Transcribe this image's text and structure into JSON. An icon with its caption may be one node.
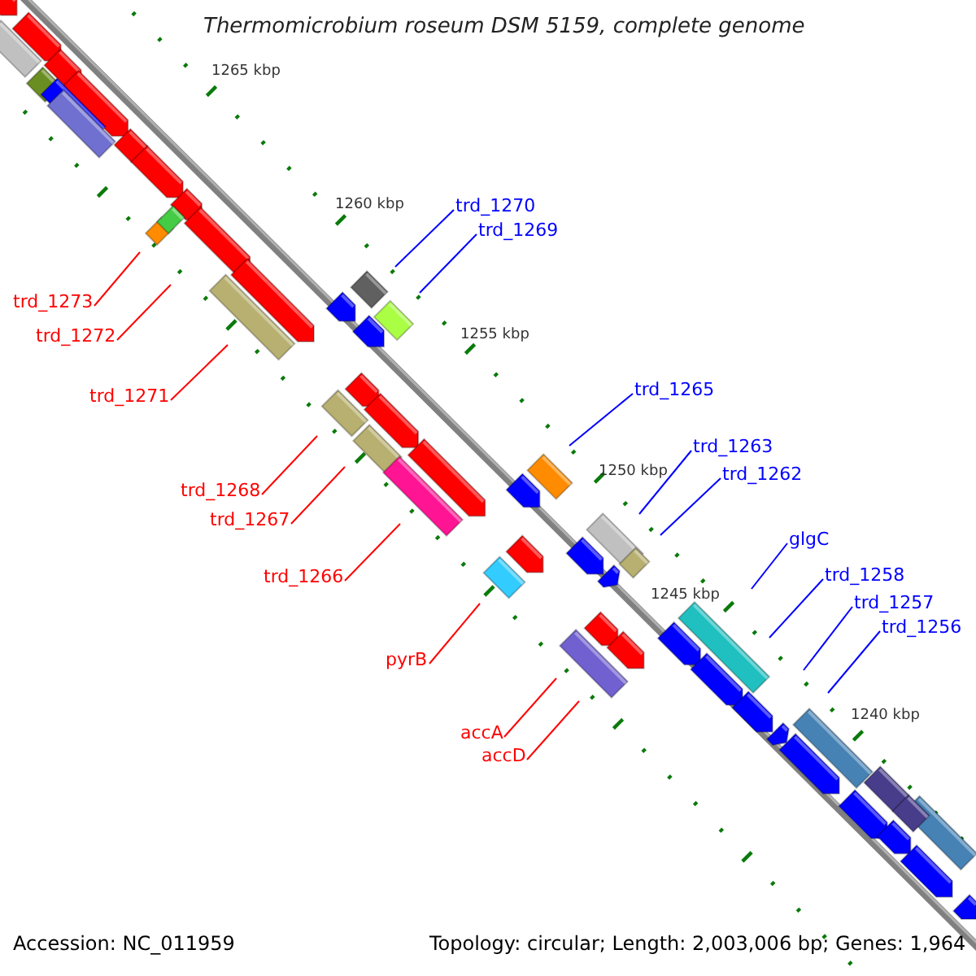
{
  "diagram": {
    "title": "Thermomicrobium roseum DSM 5159, complete genome",
    "nodes": [
      {
        "text": [
          "trd_1273"
        ]
      },
      {
        "text": [
          "trd_1272"
        ]
      },
      {
        "text": [
          "trd_1271"
        ]
      },
      {
        "text": [
          "trd_1270"
        ]
      },
      {
        "text": [
          "trd_1269"
        ]
      },
      {
        "text": [
          "trd_1268"
        ]
      },
      {
        "text": [
          "trd_1267"
        ]
      },
      {
        "text": [
          "trd_1265"
        ]
      },
      {
        "text": [
          "trd_1263"
        ]
      },
      {
        "text": [
          "trd_1262"
        ]
      },
      {
        "text": [
          "trd_1266"
        ]
      },
      {
        "text": [
          "glgC"
        ]
      },
      {
        "text": [
          "trd_1258"
        ]
      },
      {
        "text": [
          "pyrB"
        ]
      },
      {
        "text": [
          "trd_1257"
        ]
      },
      {
        "text": [
          "trd_1256"
        ]
      },
      {
        "text": [
          "accA"
        ]
      },
      {
        "text": [
          "accD"
        ]
      }
    ],
    "edges": [
      {
        "from": 0,
        "to": null,
        "arrow": "none",
        "color": "#ff0000"
      },
      {
        "from": 1,
        "to": null,
        "arrow": "none",
        "color": "#ff0000"
      },
      {
        "from": 2,
        "to": null,
        "arrow": "none",
        "color": "#ff0000"
      },
      {
        "from": 3,
        "to": null,
        "arrow": "none",
        "color": "#0000ff"
      },
      {
        "from": 4,
        "to": null,
        "arrow": "none",
        "color": "#0000ff"
      },
      {
        "from": 5,
        "to": null,
        "arrow": "none",
        "color": "#ff0000"
      },
      {
        "from": 6,
        "to": null,
        "arrow": "none",
        "color": "#ff0000"
      },
      {
        "from": 7,
        "to": null,
        "arrow": "none",
        "color": "#0000ff"
      },
      {
        "from": 8,
        "to": null,
        "arrow": "none",
        "color": "#0000ff"
      },
      {
        "from": 9,
        "to": null,
        "arrow": "none",
        "color": "#0000ff"
      },
      {
        "from": 10,
        "to": null,
        "arrow": "none",
        "color": "#ff0000"
      },
      {
        "from": 11,
        "to": null,
        "arrow": "none",
        "color": "#0000ff"
      },
      {
        "from": 12,
        "to": null,
        "arrow": "none",
        "color": "#0000ff"
      },
      {
        "from": 13,
        "to": null,
        "arrow": "none",
        "color": "#ff0000"
      },
      {
        "from": 14,
        "to": null,
        "arrow": "none",
        "color": "#0000ff"
      },
      {
        "from": 15,
        "to": null,
        "arrow": "none",
        "color": "#0000ff"
      },
      {
        "from": 16,
        "to": null,
        "arrow": "none",
        "color": "#ff0000"
      },
      {
        "from": 17,
        "to": null,
        "arrow": "none",
        "color": "#ff0000"
      }
    ],
    "labels": [
      "1265 kbp",
      "1260 kbp",
      "1255 kbp",
      "1250 kbp",
      "1245 kbp",
      "1240 kbp",
      "Accession: NC_011959",
      "Topology: circular; Length: 2,003,006 bp; Genes: 1,964"
    ]
  }
}
